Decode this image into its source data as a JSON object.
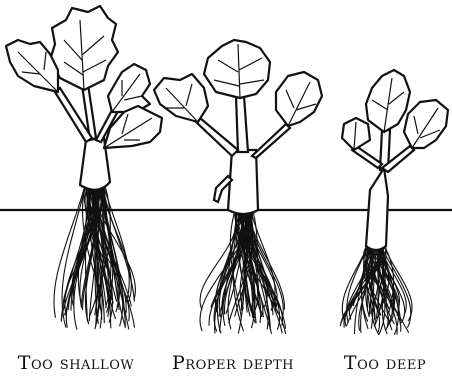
{
  "captions": {
    "left": "Too shallow",
    "middle": "Proper depth",
    "right": "Too deep"
  },
  "colors": {
    "ink": "#111111",
    "paper": "#ffffff"
  },
  "icons": [
    "strawberry-plant-illustration",
    "soil-line"
  ]
}
